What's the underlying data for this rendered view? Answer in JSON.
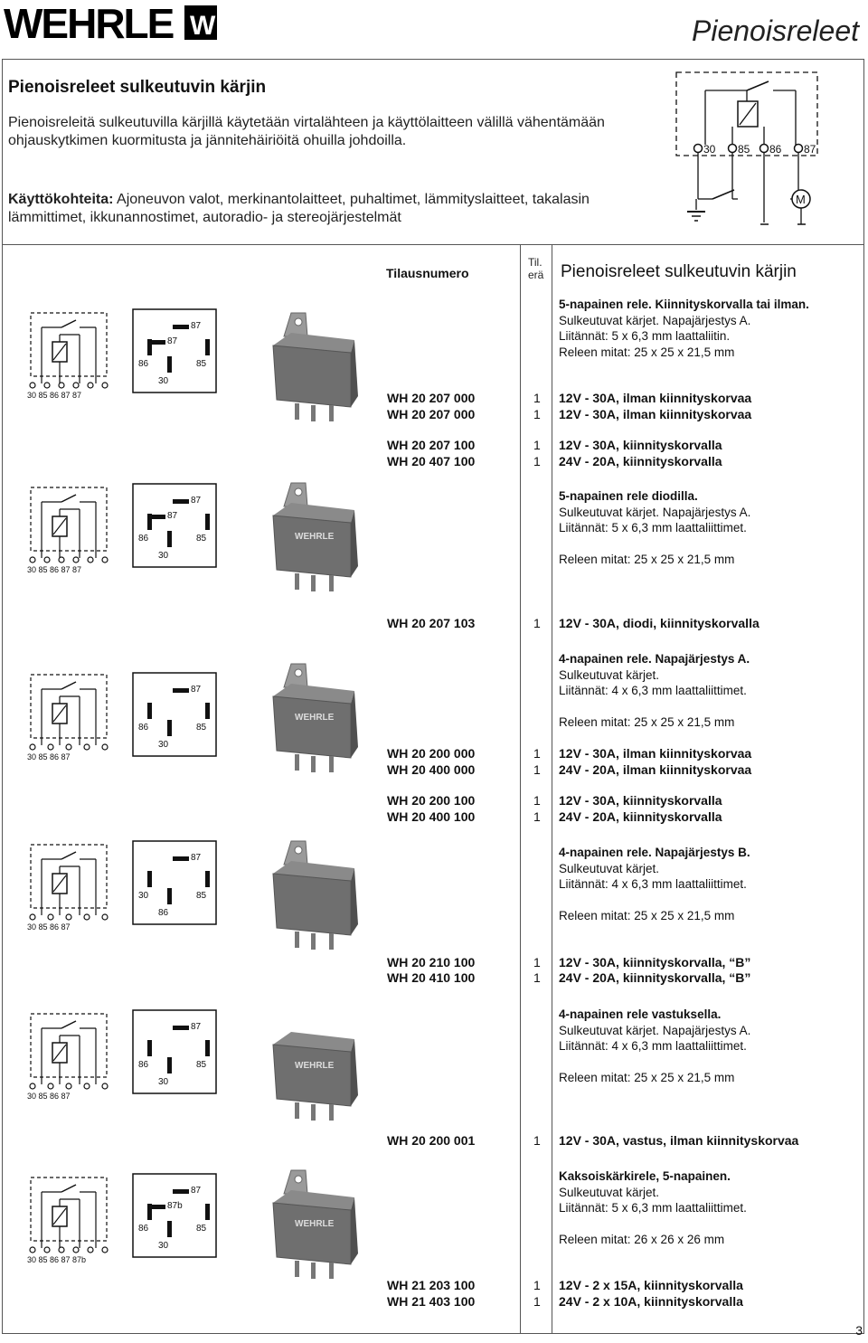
{
  "header": {
    "logo_text": "WEHRLE",
    "page_title": "Pienoisreleet"
  },
  "intro": {
    "title": "Pienoisreleet sulkeutuvin kärjin",
    "text": "Pienoisreleitä sulkeutuvilla kärjillä käytetään virtalähteen ja käyttölaitteen välillä vähentämään ohjauskytkimen kuormitusta ja jännitehäiriöitä ohuilla johdoilla.",
    "uses_label": "Käyttökohteita:",
    "uses_text": " Ajoneuvon valot, merkinantolaitteet, puhaltimet, lämmityslaitteet, takalasin lämmittimet, ikkunannostimet, autoradio- ja stereojärjestelmät",
    "circuit_terminals": [
      "30",
      "85",
      "86",
      "87"
    ],
    "motor_symbol": "M"
  },
  "table_header": {
    "order_no": "Tilausnumero",
    "qty_line1": "Til.",
    "qty_line2": "erä",
    "title": "Pienoisreleet sulkeutuvin kärjin"
  },
  "sections": [
    {
      "desc_title": "5-napainen rele. Kiinnityskorvalla tai ilman.",
      "desc_lines": [
        "Sulkeutuvat kärjet. Napajärjestys A.",
        "Liitännät: 5 x 6,3 mm laattaliitin.",
        "Releen mitat: 25 x 25 x 21,5 mm"
      ],
      "pins": [
        "87",
        "87",
        "86",
        "85",
        "30"
      ],
      "schem_labels": "30 85  86 87 87",
      "photo_text": "",
      "rows": [
        {
          "order": "WH 20 207 000",
          "qty": "1",
          "spec": "12V - 30A, ilman kiinnityskorvaa"
        },
        {
          "order": "WH 20 207 000",
          "qty": "1",
          "spec": "12V - 30A, ilman kiinnityskorvaa"
        },
        {
          "order": "WH 20 207 100",
          "qty": "1",
          "spec": "12V - 30A, kiinnityskorvalla"
        },
        {
          "order": "WH 20 407 100",
          "qty": "1",
          "spec": "24V - 20A, kiinnityskorvalla"
        }
      ]
    },
    {
      "desc_title": "5-napainen rele diodilla.",
      "desc_lines": [
        "Sulkeutuvat kärjet. Napajärjestys A.",
        "Liitännät: 5 x 6,3 mm laattaliittimet.",
        "",
        "Releen mitat: 25 x 25 x 21,5 mm"
      ],
      "pins": [
        "87",
        "87",
        "86",
        "85",
        "30"
      ],
      "schem_labels": "30 85  86 87 87",
      "photo_text": "WEHRLE",
      "rows": [
        {
          "order": "WH 20 207 103",
          "qty": "1",
          "spec": "12V - 30A, diodi, kiinnityskorvalla"
        }
      ]
    },
    {
      "desc_title": "4-napainen rele. Napajärjestys A.",
      "desc_lines": [
        "Sulkeutuvat kärjet.",
        "Liitännät: 4 x 6,3 mm laattaliittimet.",
        "",
        "Releen mitat: 25 x 25 x 21,5 mm"
      ],
      "pins": [
        "87",
        "86",
        "85",
        "30"
      ],
      "schem_labels": "30 85  86 87",
      "photo_text": "WEHRLE",
      "rows": [
        {
          "order": "WH 20 200 000",
          "qty": "1",
          "spec": "12V - 30A, ilman kiinnityskorvaa"
        },
        {
          "order": "WH 20 400 000",
          "qty": "1",
          "spec": "24V - 20A, ilman kiinnityskorvaa"
        },
        {
          "order": "WH 20 200 100",
          "qty": "1",
          "spec": "12V - 30A, kiinnityskorvalla"
        },
        {
          "order": "WH 20 400 100",
          "qty": "1",
          "spec": "24V - 20A, kiinnityskorvalla"
        }
      ]
    },
    {
      "desc_title": "4-napainen rele. Napajärjestys B.",
      "desc_lines": [
        "Sulkeutuvat kärjet.",
        "Liitännät: 4 x 6,3 mm laattaliittimet.",
        "",
        "Releen mitat: 25 x 25 x 21,5 mm"
      ],
      "pins": [
        "87",
        "30",
        "85",
        "86"
      ],
      "schem_labels": "30 85  86 87",
      "photo_text": "",
      "rows": [
        {
          "order": "WH 20 210 100",
          "qty": "1",
          "spec": "12V - 30A, kiinnityskorvalla, “B”"
        },
        {
          "order": "WH 20 410 100",
          "qty": "1",
          "spec": "24V - 20A, kiinnityskorvalla, “B”"
        }
      ]
    },
    {
      "desc_title": "4-napainen rele vastuksella.",
      "desc_lines": [
        "Sulkeutuvat kärjet. Napajärjestys A.",
        "Liitännät: 4 x 6,3 mm laattaliittimet.",
        "",
        "Releen mitat: 25 x 25 x 21,5 mm"
      ],
      "pins": [
        "87",
        "86",
        "85",
        "30"
      ],
      "schem_labels": "30 85  86 87",
      "photo_text": "WEHRLE",
      "rows": [
        {
          "order": "WH 20 200 001",
          "qty": "1",
          "spec": "12V - 30A, vastus, ilman kiinnityskorvaa"
        }
      ]
    },
    {
      "desc_title": "Kaksoiskärkirele, 5-napainen.",
      "desc_lines": [
        "Sulkeutuvat kärjet.",
        "Liitännät: 5 x 6,3 mm laattaliittimet.",
        "",
        "Releen mitat: 26 x 26 x 26 mm"
      ],
      "pins": [
        "87",
        "87b",
        "86",
        "85",
        "30"
      ],
      "schem_labels": "30 85  86 87 87b",
      "photo_text": "WEHRLE",
      "rows": [
        {
          "order": "WH 21 203 100",
          "qty": "1",
          "spec": "12V - 2 x 15A, kiinnityskorvalla"
        },
        {
          "order": "WH 21 403 100",
          "qty": "1",
          "spec": "24V - 2 x 10A, kiinnityskorvalla"
        }
      ]
    }
  ],
  "page_number": "3"
}
